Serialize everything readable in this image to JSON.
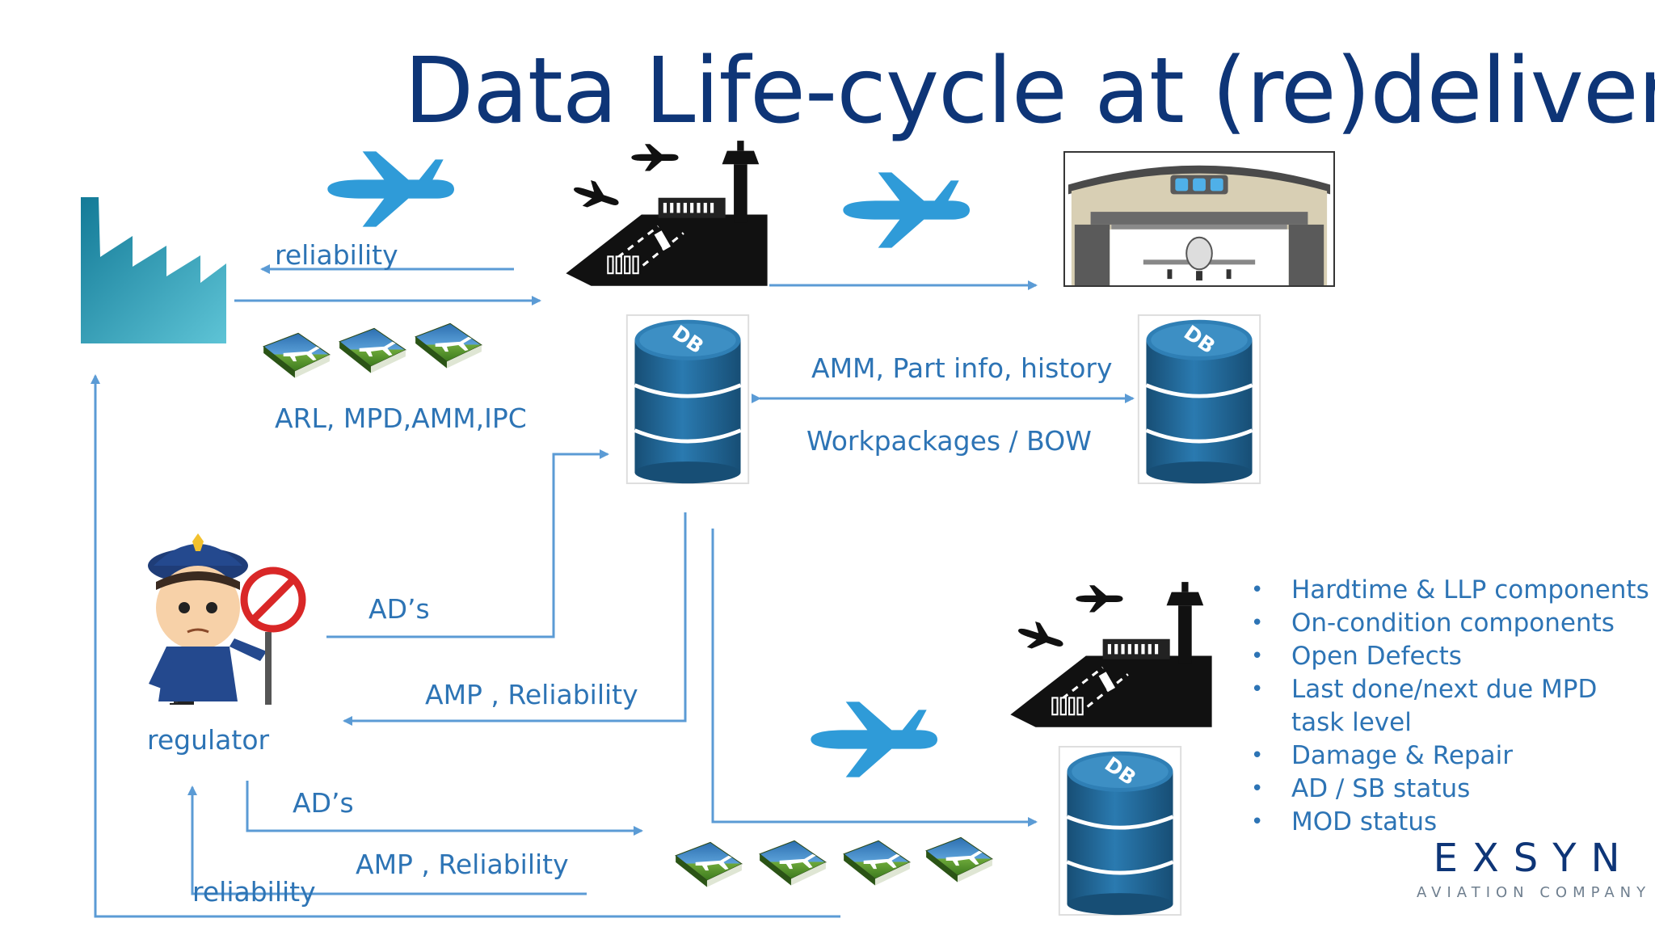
{
  "title": "Data Life-cycle at (re)delivery",
  "labels": {
    "reliability_top": "reliability",
    "manuals": "ARL, MPD,AMM,IPC",
    "amm_part_info": "AMM, Part info, history",
    "workpackages": "Workpackages / BOW",
    "ads_1": "AD’s",
    "amp_reliability_1": "AMP , Reliability",
    "regulator": "regulator",
    "ads_2": "AD’s",
    "amp_reliability_2": "AMP , Reliability",
    "reliability_bottom": "reliability"
  },
  "bullets": [
    "Hardtime & LLP components",
    "On-condition components",
    "Open Defects",
    "Last done/next due MPD task level",
    "Damage & Repair",
    "AD / SB status",
    "MOD status"
  ],
  "logo": {
    "name": "EXSYN",
    "tagline": "AVIATION COMPANY"
  },
  "icons": {
    "factory": "factory-icon",
    "airplane": "airplane-icon",
    "airport": "airport-icon",
    "hangar": "hangar-icon",
    "database": "database-icon",
    "database_label": "DB",
    "manual_book": "manual-book-icon",
    "police_officer": "police-officer-icon"
  },
  "colors": {
    "title": "#0e3577",
    "label": "#2d74b5",
    "arrow": "#5b9bd5",
    "plane": "#2f9bd8",
    "db": "#1f5f8b",
    "factory": "#1a8aa6"
  }
}
